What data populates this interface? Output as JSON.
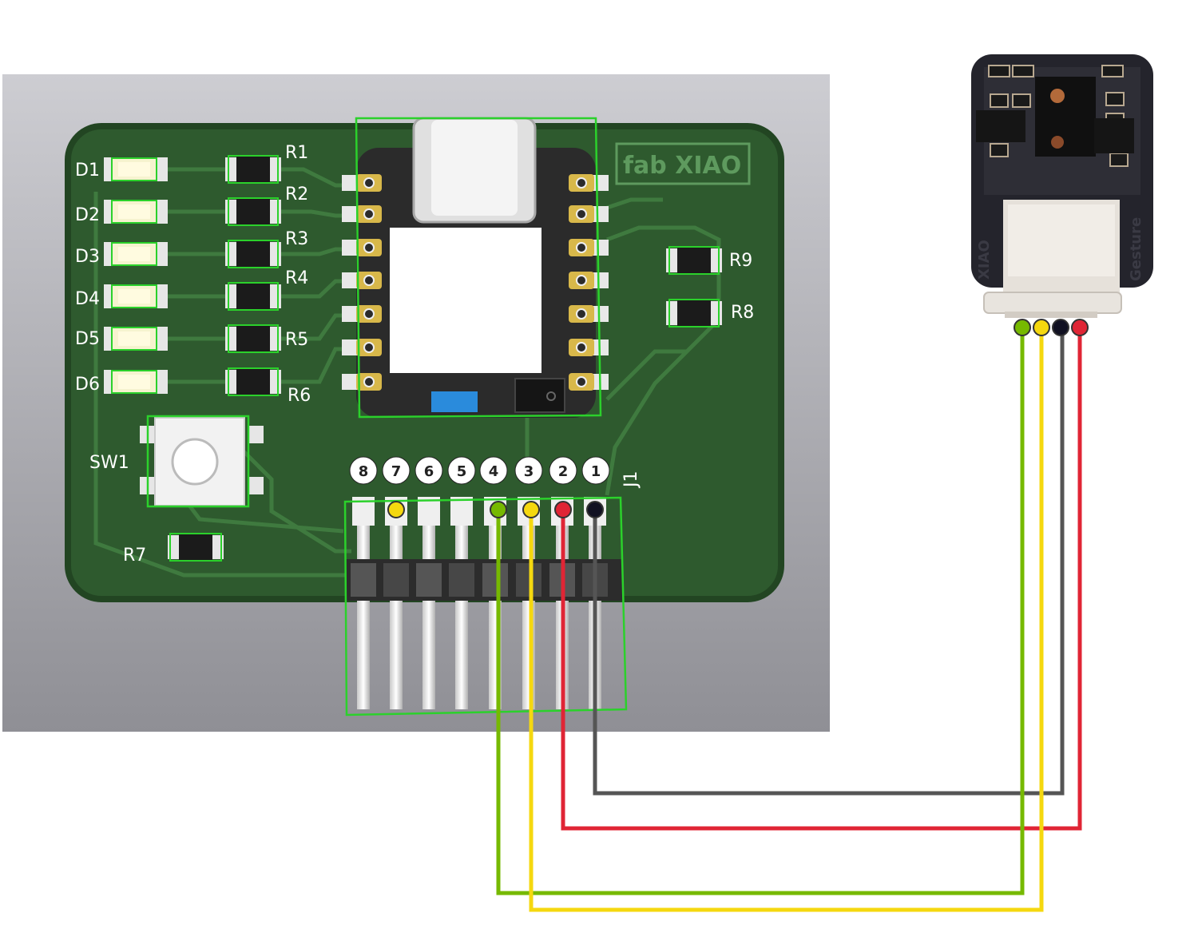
{
  "board": {
    "silkscreen": "fab XIAO",
    "leds": [
      "D1",
      "D2",
      "D3",
      "D4",
      "D5",
      "D6"
    ],
    "resistors": [
      "R1",
      "R2",
      "R3",
      "R4",
      "R5",
      "R6"
    ],
    "right_resistors": [
      "R9",
      "R8"
    ],
    "switch_label": "SW1",
    "r7_label": "R7",
    "connector_label": "J1",
    "pin_numbers": [
      "8",
      "7",
      "6",
      "5",
      "4",
      "3",
      "2",
      "1"
    ]
  },
  "sensor": {
    "side_text": "Gesture",
    "brand_text": "XIAO"
  },
  "colors": {
    "pcb": "#2e5a2e",
    "pcb_edge": "#1f3f1f",
    "wire_green": "#76b900",
    "wire_yellow": "#f5d80f",
    "wire_gray": "#555555",
    "wire_red": "#e02535",
    "wire_black": "#111122",
    "outline": "#2bd12b"
  },
  "connections": [
    {
      "board_pin": "4",
      "sensor_pin": 1,
      "color": "green"
    },
    {
      "board_pin": "3",
      "sensor_pin": 2,
      "color": "yellow"
    },
    {
      "board_pin": "1",
      "sensor_pin": 3,
      "color": "gray"
    },
    {
      "board_pin": "2",
      "sensor_pin": 4,
      "color": "red"
    }
  ]
}
